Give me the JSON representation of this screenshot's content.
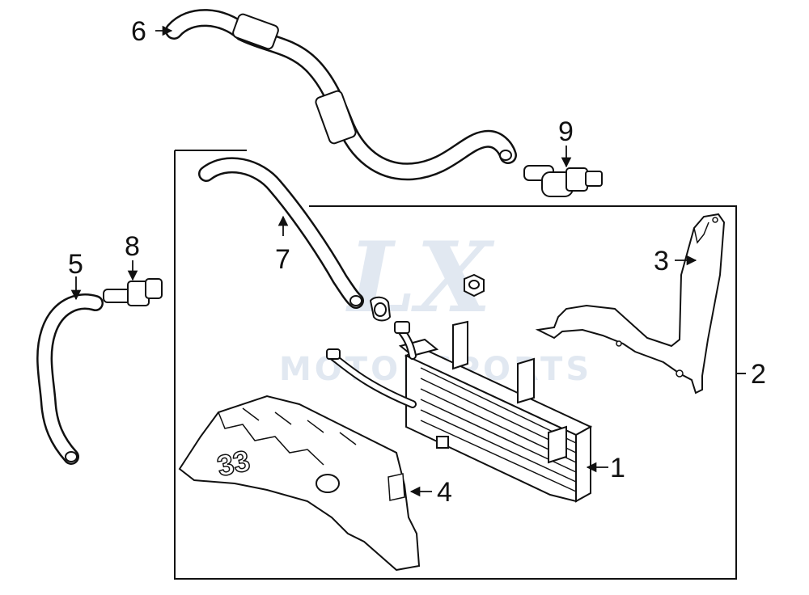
{
  "callouts": {
    "n1": "1",
    "n2": "2",
    "n3": "3",
    "n4": "4",
    "n5": "5",
    "n6": "6",
    "n7": "7",
    "n8": "8",
    "n9": "9"
  },
  "shield_text": "33",
  "watermark": {
    "logo": "LX",
    "text": "MOTORSPORTS"
  },
  "colors": {
    "line": "#1a1a1a",
    "fill": "#ffffff",
    "watermark": "#c9d6e6"
  }
}
